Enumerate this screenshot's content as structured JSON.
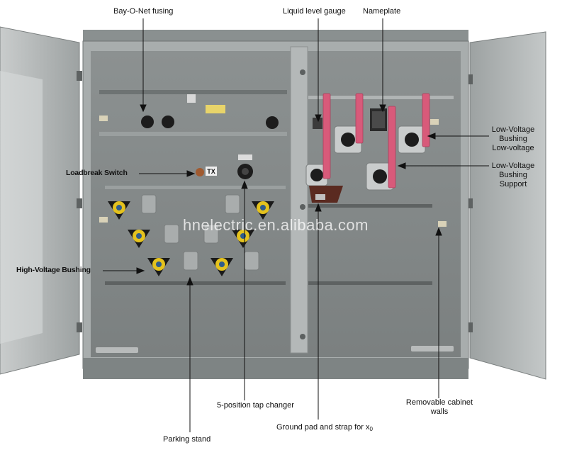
{
  "labels": {
    "bay_o_net": "Bay-O-Net fusing",
    "liquid_level": "Liquid level gauge",
    "nameplate": "Nameplate",
    "loadbreak": "Loadbreak Switch",
    "lv_bushing": [
      "Low-Voltage",
      "Bushing",
      "Low-voltage"
    ],
    "lv_support": [
      "Low-Voltage",
      "Bushing",
      "Support"
    ],
    "hv_bushing": "High-Voltage Bushing",
    "tap_changer": "5-position tap changer",
    "cabinet_walls": [
      "Removable cabinet",
      "walls"
    ],
    "ground_pad": "Ground pad and strap for x",
    "ground_pad_sub": "0",
    "parking_stand": "Parking stand"
  },
  "equipment": {
    "tx_tag": "TX"
  },
  "watermark": "hnelectric.en.alibaba.com",
  "colors": {
    "cabinet_gray": "#8f9494",
    "cabinet_dark": "#6e7373",
    "frame": "#b9bcbc",
    "lv_strap": "#d85a7a",
    "hv_bushing_yellow": "#e4c21e",
    "bushing_blue": "#2f5c8c"
  }
}
